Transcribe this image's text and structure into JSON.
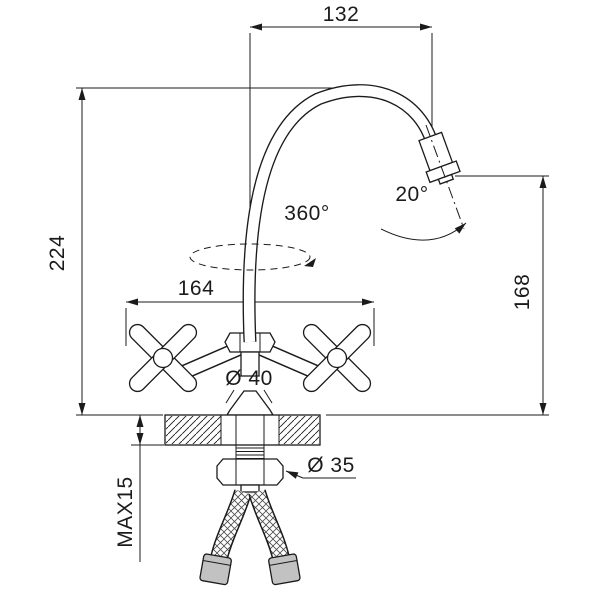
{
  "drawing": {
    "subject": "kitchen-faucet-dimension-drawing",
    "labels": {
      "dim_spout_reach": "132",
      "dim_total_height": "224",
      "dim_handle_span": "164",
      "dim_spout_height": "168",
      "swivel_angle": "360°",
      "tilt_angle": "20°",
      "base_diameter": "Ø 40",
      "shank_diameter": "Ø 35",
      "max_mount_thickness": "MAX15"
    },
    "line_color": "#1b1b1b",
    "background": "#ffffff"
  }
}
